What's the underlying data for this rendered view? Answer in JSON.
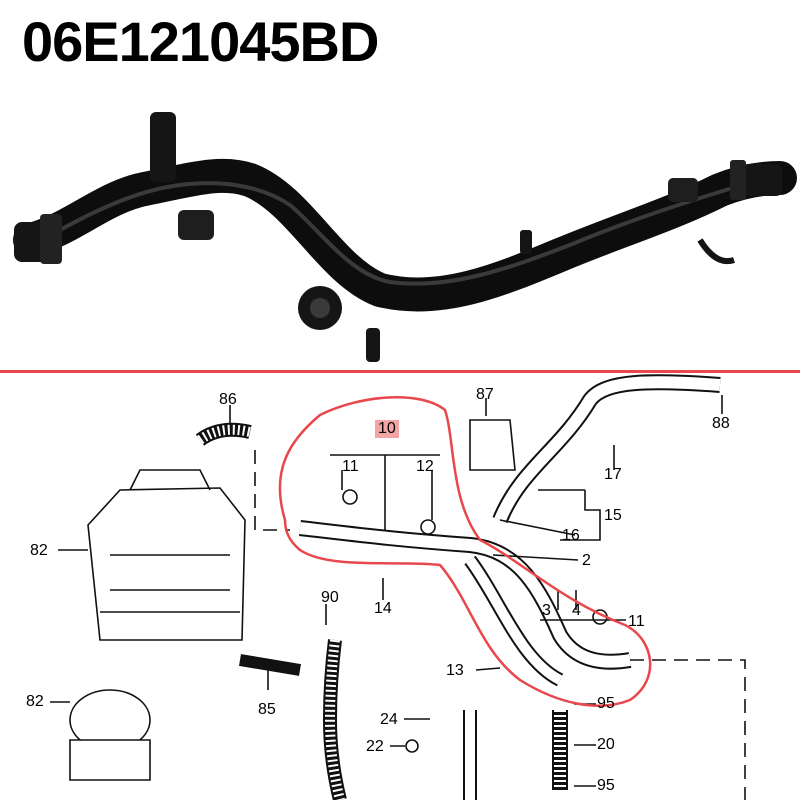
{
  "title": "06E121045BD",
  "colors": {
    "highlight": "#e8474c",
    "badge": "#f3a5a5",
    "part": "#111111"
  },
  "callouts": {
    "c86": "86",
    "c87": "87",
    "c88": "88",
    "c10": "10",
    "c11a": "11",
    "c12": "12",
    "c17": "17",
    "c15": "15",
    "c16": "16",
    "c82a": "82",
    "c2": "2",
    "c90": "90",
    "c14": "14",
    "c3": "3",
    "c4": "4",
    "c11b": "11",
    "c13": "13",
    "c82b": "82",
    "c85": "85",
    "c95a": "95",
    "c24": "24",
    "c20": "20",
    "c22": "22",
    "c95b": "95"
  }
}
